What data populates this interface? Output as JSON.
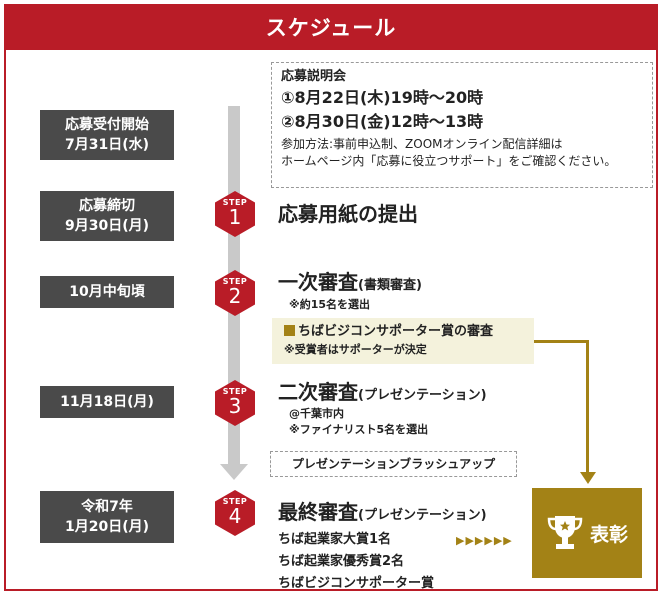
{
  "title": "スケジュール",
  "briefing": {
    "heading": "応募説明会",
    "s1": "①8月22日(木)19時〜20時",
    "s2": "②8月30日(金)12時〜13時",
    "n1": "参加方法:事前申込制、ZOOMオンライン配信詳細は",
    "n2": "ホームページ内「応募に役立つサポート」をご確認ください。"
  },
  "dates": {
    "d0a": "応募受付開始",
    "d0b": "7月31日(水)",
    "d1a": "応募締切",
    "d1b": "9月30日(月)",
    "d2": "10月中旬頃",
    "d3": "11月18日(月)",
    "d4a": "令和7年",
    "d4b": "1月20日(月)"
  },
  "step_label": "STEP",
  "steps": {
    "n1": "1",
    "t1": "応募用紙の提出",
    "n2": "2",
    "t2": "一次審査",
    "t2s": "(書類審査)",
    "t2n": "※約15名を選出",
    "n3": "3",
    "t3": "二次審査",
    "t3s": "(プレゼンテーション)",
    "t3n1": "@千葉市内",
    "t3n2": "※ファイナリスト5名を選出",
    "n4": "4",
    "t4": "最終審査",
    "t4s": "(プレゼンテーション)"
  },
  "supporter": {
    "title": "ちばビジコンサポーター賞の審査",
    "note": "※受賞者はサポーターが決定"
  },
  "brushup": "プレゼンテーションブラッシュアップ",
  "awards": {
    "a1": "ちば起業家大賞1名",
    "a2": "ちば起業家優秀賞2名",
    "a3": "ちばビジコンサポーター賞"
  },
  "arrows": "▶▶▶▶▶▶",
  "award_label": "表彰",
  "colors": {
    "brand": "#b91c27",
    "gold": "#a38216",
    "date_bg": "#4a4a4a"
  }
}
